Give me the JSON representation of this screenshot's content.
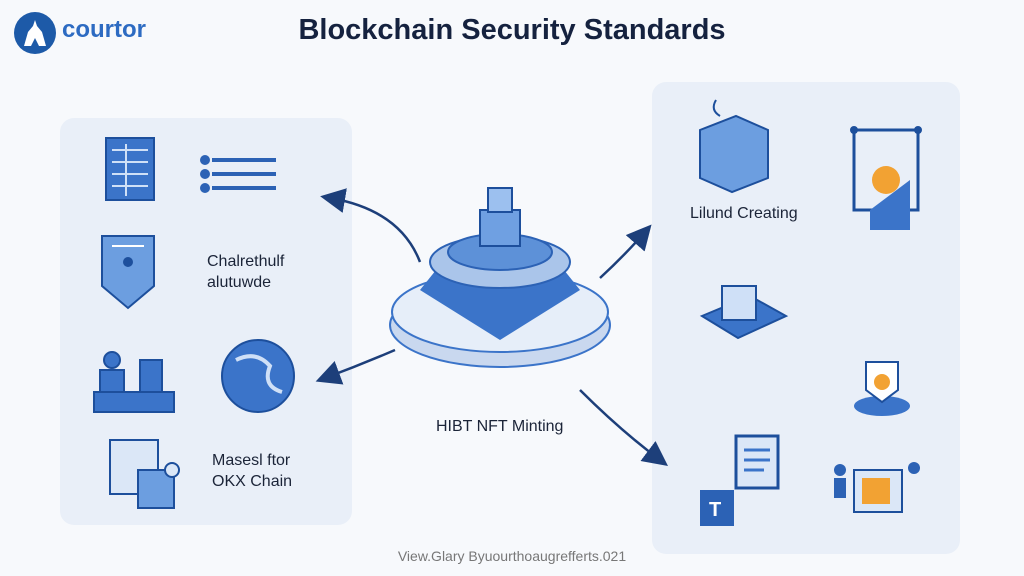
{
  "header": {
    "logo_text": "courtor",
    "title": "Blockchain Security Standards"
  },
  "left_panel": {
    "label1_line1": "Chalrethulf",
    "label1_line2": "alutuwde",
    "label2_line1": "Masesl ftor",
    "label2_line2": "OKX Chain"
  },
  "center": {
    "label": "HIBT NFT Minting"
  },
  "right_panel": {
    "label1": "Lilund Creating"
  },
  "footer": {
    "text": "View.Glary Byuourthoaugrefferts.021"
  },
  "colors": {
    "primary": "#3b74c9",
    "dark": "#1d4f9c",
    "accent": "#f2a233",
    "panel": "#e9eff8"
  }
}
